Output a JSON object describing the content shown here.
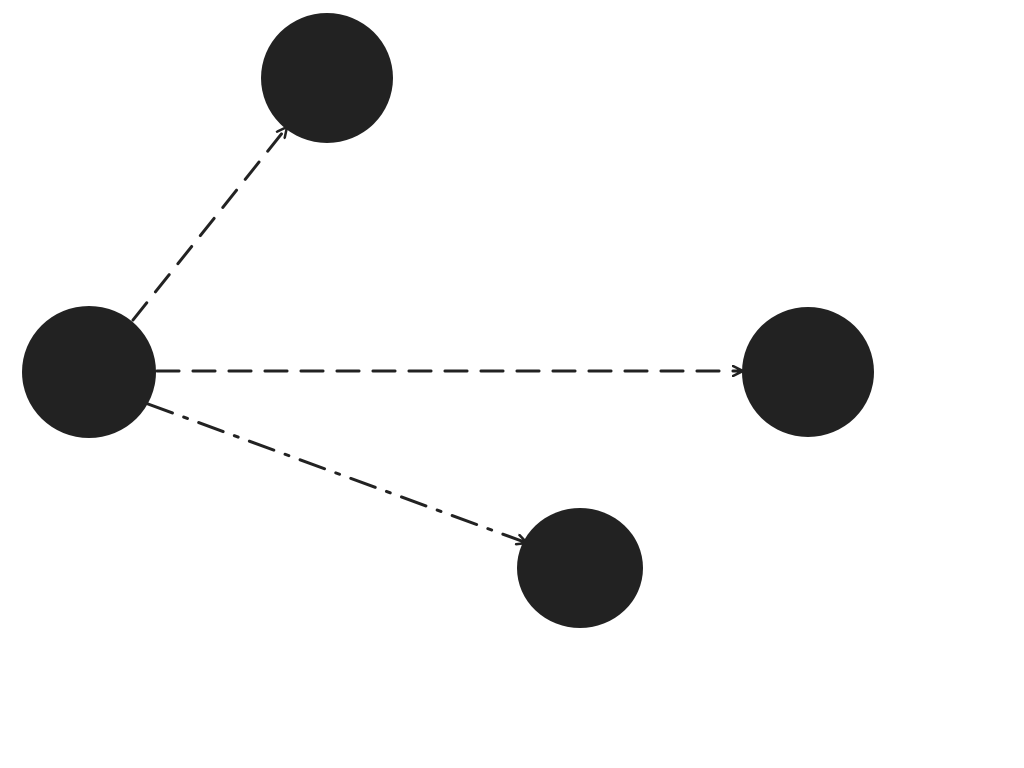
{
  "diagram": {
    "node_color": "#222222",
    "edge_color": "#222222",
    "background": "#ffffff",
    "edges": [
      {
        "from": 0,
        "to": 1,
        "style": "dashed",
        "arrowhead": "open"
      },
      {
        "from": 0,
        "to": 2,
        "style": "dashed",
        "arrowhead": "open"
      },
      {
        "from": 0,
        "to": 3,
        "style": "dash-dot",
        "arrowhead": "open"
      }
    ]
  }
}
